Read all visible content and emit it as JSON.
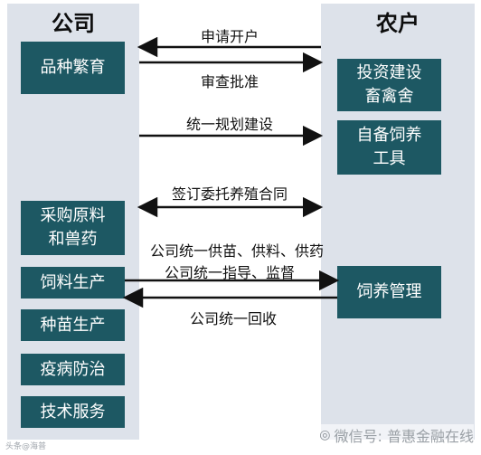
{
  "columns": {
    "left": {
      "title": "公司"
    },
    "right": {
      "title": "农户"
    }
  },
  "boxes": {
    "breeding": "品种繁育",
    "procurement": [
      "采购原料",
      "和兽药"
    ],
    "feed_production": "饲料生产",
    "seedling_production": "种苗生产",
    "disease_control": "疫病防治",
    "tech_service": "技术服务",
    "investment": [
      "投资建设",
      "畜禽舍"
    ],
    "equipment": [
      "自备饲养",
      "工具"
    ],
    "feeding_management": "饲养管理"
  },
  "flows": [
    {
      "label": "申请开户",
      "direction": "right-to-left"
    },
    {
      "label": "审查批准",
      "direction": "left-to-right"
    },
    {
      "label": "统一规划建设",
      "direction": "left-to-right"
    },
    {
      "label": "签订委托养殖合同",
      "direction": "both"
    },
    {
      "label": "公司统一供苗、供料、供药",
      "direction": "none"
    },
    {
      "label": "公司统一指导、监督",
      "direction": "left-to-right"
    },
    {
      "label": "",
      "direction": "right-to-left"
    },
    {
      "label": "公司统一回收",
      "direction": "none"
    }
  ],
  "watermark": {
    "text": "微信号: 普惠金融在线",
    "small": "头条@海普"
  },
  "colors": {
    "box_fill": "#1d5863",
    "column_bg": "#dde2ea",
    "arrow": "#111111"
  }
}
